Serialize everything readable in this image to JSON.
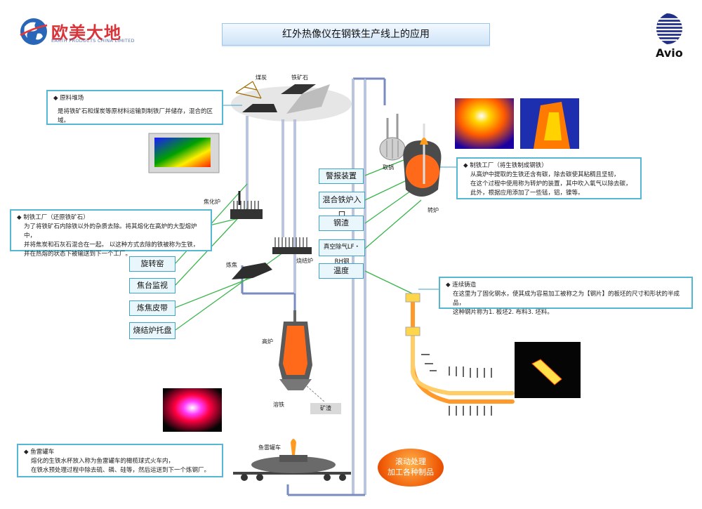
{
  "header": {
    "title": "红外热像仪在钢铁生产线上的应用",
    "logo_text": "欧美大地",
    "logo_sub": "EARTH PRODUCTS CHINA LIMITED",
    "brand_right": "Avio"
  },
  "info_boxes": {
    "raw_yard": {
      "heading": "◆ 原料堆场",
      "body": "是将铁矿石和煤炭等原材料运输到制铁厂并储存，混合的区域。"
    },
    "ironworks": {
      "heading": "◆ 制铁工厂（还原铁矿石）",
      "lines": [
        "为了将铁矿石内除铁以外的杂质去除。将其熔化在高炉的大型熔炉中，",
        "并将焦炭和石灰石混合在一起。 以这种方式去除的铁被称为生铁，",
        "并在热熔的状态下被输送到下一个工厂。"
      ]
    },
    "steelworks": {
      "heading": "◆ 制铁工厂（将生铁制成钢铁）",
      "lines": [
        "从高炉中提取的生铁还含有碳，除去碳使其粘稠且坚韧，",
        "在这个过程中使用称为转炉的装置，其中吹入氧气以除去碳，",
        "此外，根据应用添加了一些锰，铝，镍等。"
      ]
    },
    "casting": {
      "heading": "◆ 连续铸造",
      "lines": [
        "在这里为了固化钢水，使其成为容易加工被称之为【钢片】的板坯的尺寸和形状的半成品，",
        "这种钢片称为1. 板坯2. 布料3. 坯料。"
      ]
    },
    "torpedo": {
      "heading": "◆ 鱼雷罐车",
      "lines": [
        "熔化的生铁水杯放入称为鱼雷罐车的橄榄球式火车内，",
        "在铁水预处理过程中除去硫、磷、硅等，然后运送到下一个炼钢厂。"
      ]
    }
  },
  "left_buttons": [
    "旋转窑",
    "焦台监视",
    "炼焦皮带",
    "烧结炉托盘"
  ],
  "right_buttons": [
    "警报装置",
    "混合铁炉入口",
    "钢渣",
    "真空除气LF・RH钢",
    "温度"
  ],
  "labels": {
    "coal": "煤炭",
    "iron_ore": "铁矿石",
    "coke_oven": "焦化炉",
    "coke": "炼焦",
    "sinter": "烧结炉",
    "blast_furnace": "高炉",
    "molten_iron": "溶铁",
    "slag": "矿渣",
    "torpedo_car": "鱼雷罐车",
    "ladle": "取锅",
    "converter": "转炉"
  },
  "final": {
    "line1": "滚动处理",
    "line2": "加工各种制品"
  }
}
